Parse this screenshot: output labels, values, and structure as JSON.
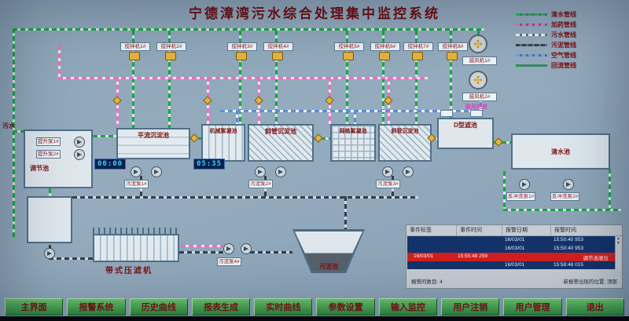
{
  "title": "宁德漳湾污水综合处理集中监控系统",
  "inlet_label": "污水",
  "legend": {
    "items": [
      {
        "label": "清水管线",
        "color": "#21c25a"
      },
      {
        "label": "加药管线",
        "color": "#f46ec6"
      },
      {
        "label": "污水管线",
        "color": "#f0f3f5"
      },
      {
        "label": "污泥管线",
        "color": "#37424c"
      },
      {
        "label": "空气管线",
        "color": "#6fa3e8"
      },
      {
        "label": "回流管线",
        "color": "#1f9d4b"
      }
    ]
  },
  "equipment": {
    "mixers": [
      "搅拌机1#",
      "搅拌机2#",
      "搅拌机3#",
      "搅拌机4#",
      "搅拌机5#",
      "搅拌机6#",
      "搅拌机7#",
      "搅拌机8#"
    ],
    "blowers": [
      "鼓风机1#",
      "鼓风机2#"
    ],
    "blower_room": "鼓风机房",
    "tanks": {
      "regulation": "调节池",
      "pingliu": "平流沉淀池",
      "jixie": "机械絮凝池",
      "xieguan1": "斜管沉淀池",
      "wangge": "网格絮凝池",
      "xieguan2": "斜管沉淀池",
      "dfilter": "D型滤池",
      "qingshui": "清水池",
      "wuni": "污泥池",
      "press": "带式压滤机"
    },
    "pumps": {
      "lift1": "提升泵1#",
      "lift2": "提升泵2#",
      "sludge1": "污泥泵1#",
      "sludge2": "污泥泵2#",
      "sludge3": "污泥泵3#",
      "sludge4": "污泥泵4#",
      "backwash1": "反冲洗泵1#",
      "backwash2": "反冲洗泵2#"
    },
    "clocks": [
      "00:00",
      "05:35"
    ]
  },
  "alarm": {
    "headers": [
      "事件标签",
      "事件时间",
      "报警日期",
      "报警时间"
    ],
    "rows": [
      {
        "date": "16/03/01",
        "time": "15:50:40 953",
        "note": ""
      },
      {
        "date": "16/03/01",
        "time": "15:50:40 953",
        "note": ""
      },
      {
        "date": "16/03/01",
        "time": "15:55:48 259",
        "note": "调节池液位"
      },
      {
        "date": "16/03/01",
        "time": "15:58:48 015",
        "note": ""
      }
    ],
    "footer_count": "报警的数目: 4",
    "footer_position": "新报警出现的位置: 顶部"
  },
  "nav": {
    "buttons": [
      "主界面",
      "报警系统",
      "历史曲线",
      "报表生成",
      "实时曲线",
      "参数设置",
      "输入监控",
      "用户注销",
      "用户管理",
      "退出"
    ]
  }
}
